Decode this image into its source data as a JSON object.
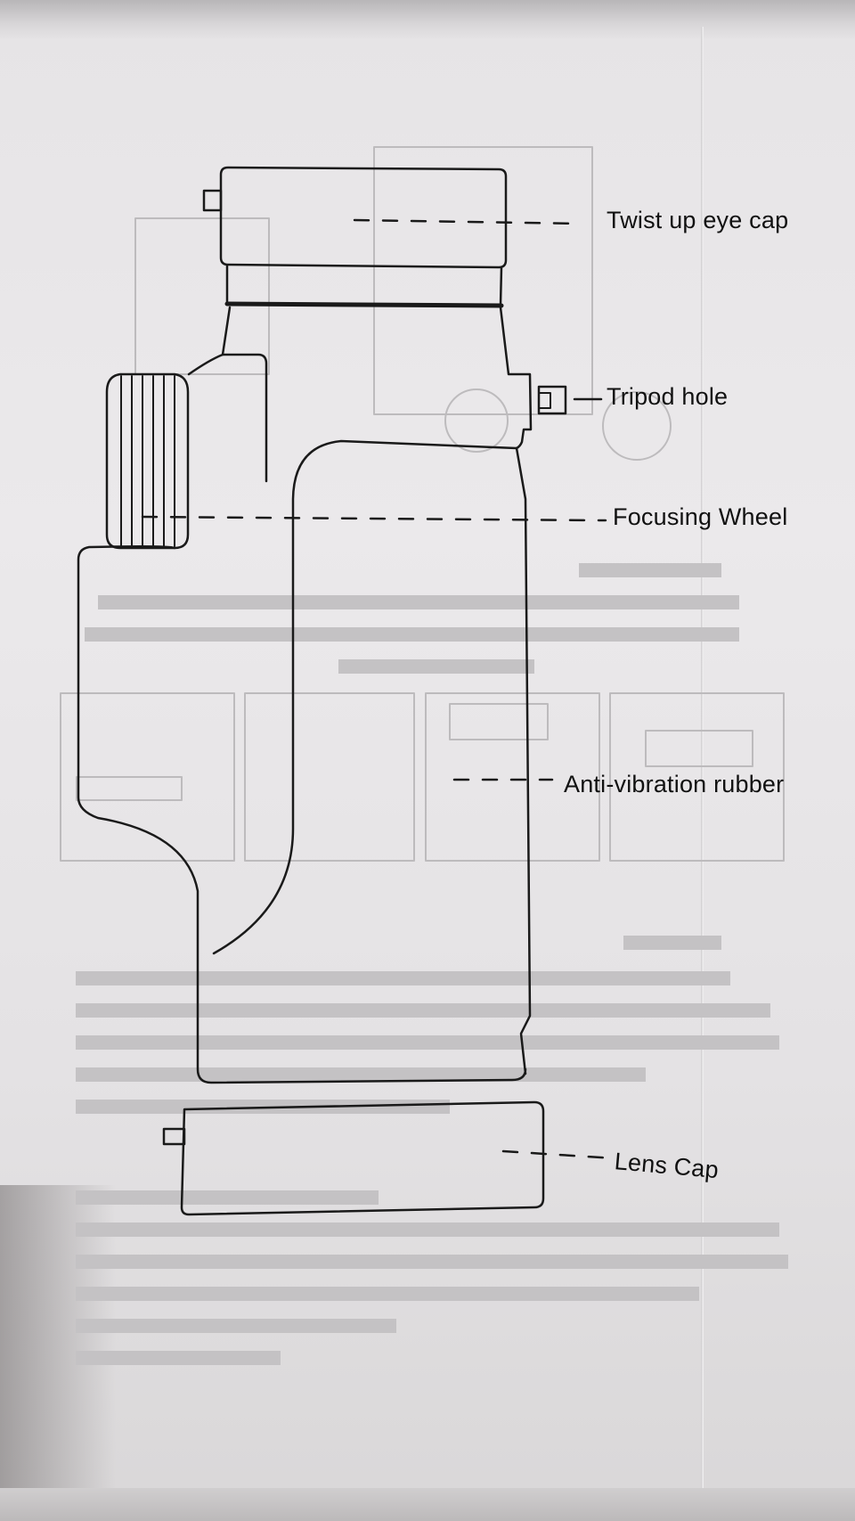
{
  "labels": {
    "eye_cap": "Twist up eye cap",
    "tripod_hole": "Tripod hole",
    "focusing_wheel": "Focusing Wheel",
    "anti_vibration": "Anti-vibration rubber",
    "lens_cap": "Lens Cap"
  },
  "colors": {
    "line": "#1a1a1a",
    "paper": "#e8e6e8",
    "show_through": "#b9b7b9"
  }
}
